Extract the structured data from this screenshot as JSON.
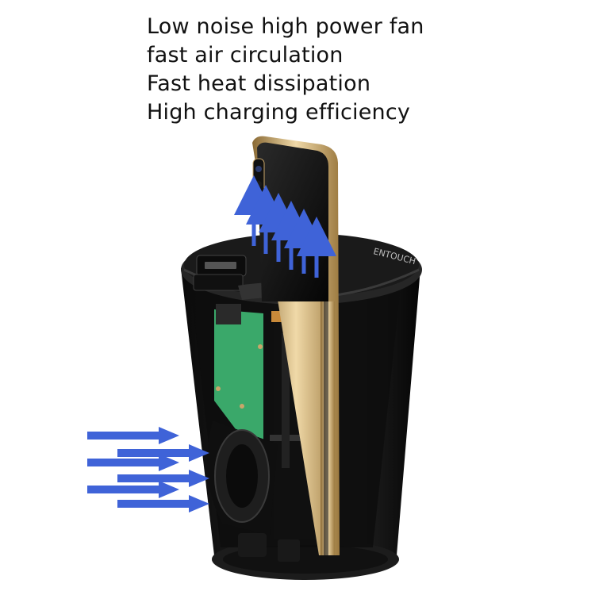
{
  "features": [
    "Low noise high power fan",
    "fast air circulation",
    "Fast heat dissipation",
    "High charging efficiency"
  ],
  "product": {
    "lid_label": "ENTOUCH",
    "colors": {
      "body": "#161616",
      "lid": "#1f1f1f",
      "pcb": "#3aa86a",
      "phone_frame": "#c9a66a",
      "arrow": "#3f63d8"
    }
  }
}
